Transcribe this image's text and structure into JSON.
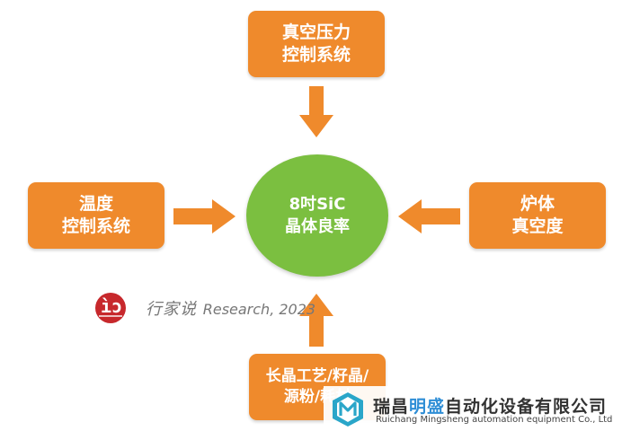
{
  "nodes": {
    "top": [
      "真空压力",
      "控制系统"
    ],
    "left": [
      "温度",
      "控制系统"
    ],
    "right": [
      "炉体",
      "真空度"
    ],
    "bottom": [
      "长晶工艺/籽晶/",
      "源粉/耗材"
    ],
    "center": [
      "8吋SiC",
      "晶体良率"
    ]
  },
  "watermark": {
    "chinese": "行家说",
    "english": "Research, 2023"
  },
  "company": {
    "name_part1": "瑞昌",
    "name_accent": "明盛",
    "name_part2": "自动化设备有限公司",
    "english": "Ruichang Mingsheng automation equipment Co., Ltd"
  },
  "colors": {
    "node_orange": "#ef8a2c",
    "center_green": "#7bbf40",
    "arrow_orange": "#ef8a2c",
    "watermark_red": "#c7282c",
    "company_accent": "#2f8ed6"
  }
}
